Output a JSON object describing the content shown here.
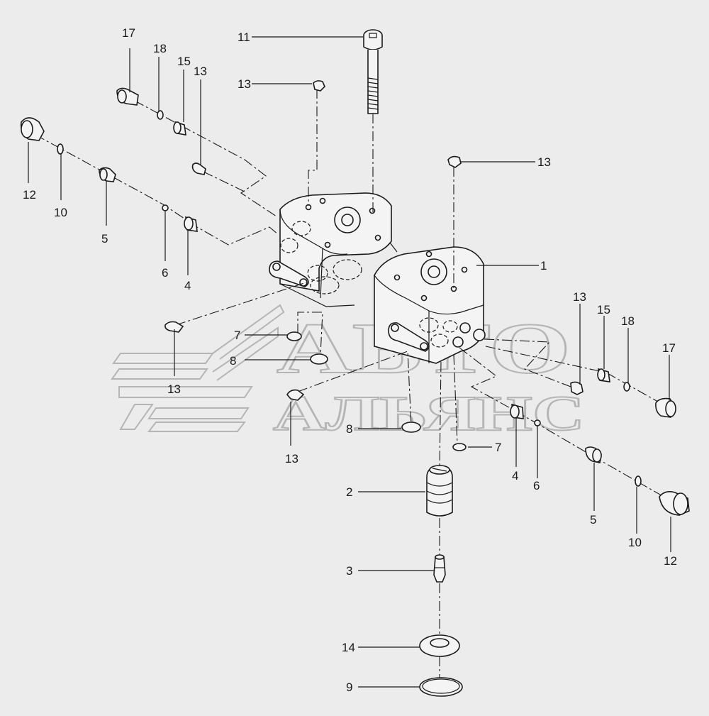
{
  "callouts": {
    "c1": "1",
    "c2": "2",
    "c3": "3",
    "c9": "9",
    "c11": "11",
    "c14": "14",
    "l12": "12",
    "l10": "10",
    "l5": "5",
    "l6": "6",
    "l4": "4",
    "l17": "17",
    "l18": "18",
    "l15": "15",
    "l13a": "13",
    "l13b": "13",
    "l13c": "13",
    "l13d": "13",
    "l7": "7",
    "l8": "8",
    "r13a": "13",
    "r13b": "13",
    "r15": "15",
    "r18": "18",
    "r17": "17",
    "r7": "7",
    "r8": "8",
    "r4": "4",
    "r6": "6",
    "r5": "5",
    "r10": "10",
    "r12": "12"
  },
  "watermark": {
    "line1": "АВТО",
    "line2": "АЛЬЯНС"
  },
  "colors": {
    "background": "#ececec",
    "ink": "#1a1a1a",
    "watermark": "#b5b5b5"
  }
}
